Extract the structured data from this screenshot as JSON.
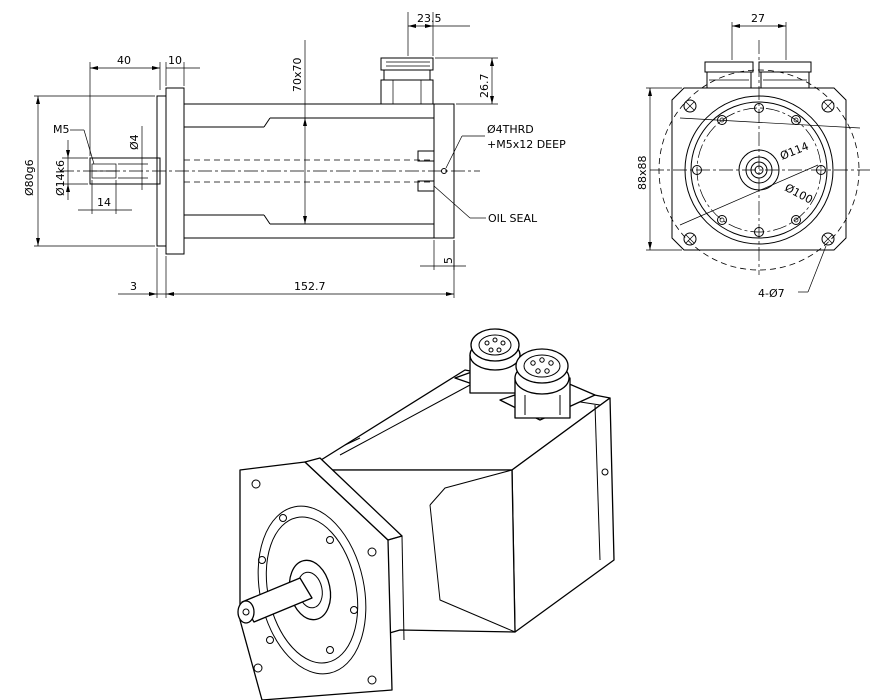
{
  "side_view": {
    "dim_shaft_length": "40",
    "dim_flange_width": "10",
    "dim_connector_width": "23.5",
    "dim_body_section": "70x70",
    "dim_connector_height": "26.7",
    "label_thread": "M5",
    "dim_key_width": "Ø4",
    "dim_pilot": "Ø80g6",
    "dim_shaft_dia": "Ø14k6",
    "dim_key_length": "14",
    "note_hole_line1": "Ø4THRD",
    "note_hole_line2": "+M5x12 DEEP",
    "note_oil_seal": "OIL SEAL",
    "dim_rear_offset": "5",
    "dim_spigot": "3",
    "dim_body_length": "152.7"
  },
  "front_view": {
    "dim_connector_spacing": "27",
    "dim_flange_square": "88x88",
    "dim_pcd_outer": "Ø114",
    "dim_pcd_inner": "Ø100",
    "dim_mount_holes": "4-Ø7"
  }
}
